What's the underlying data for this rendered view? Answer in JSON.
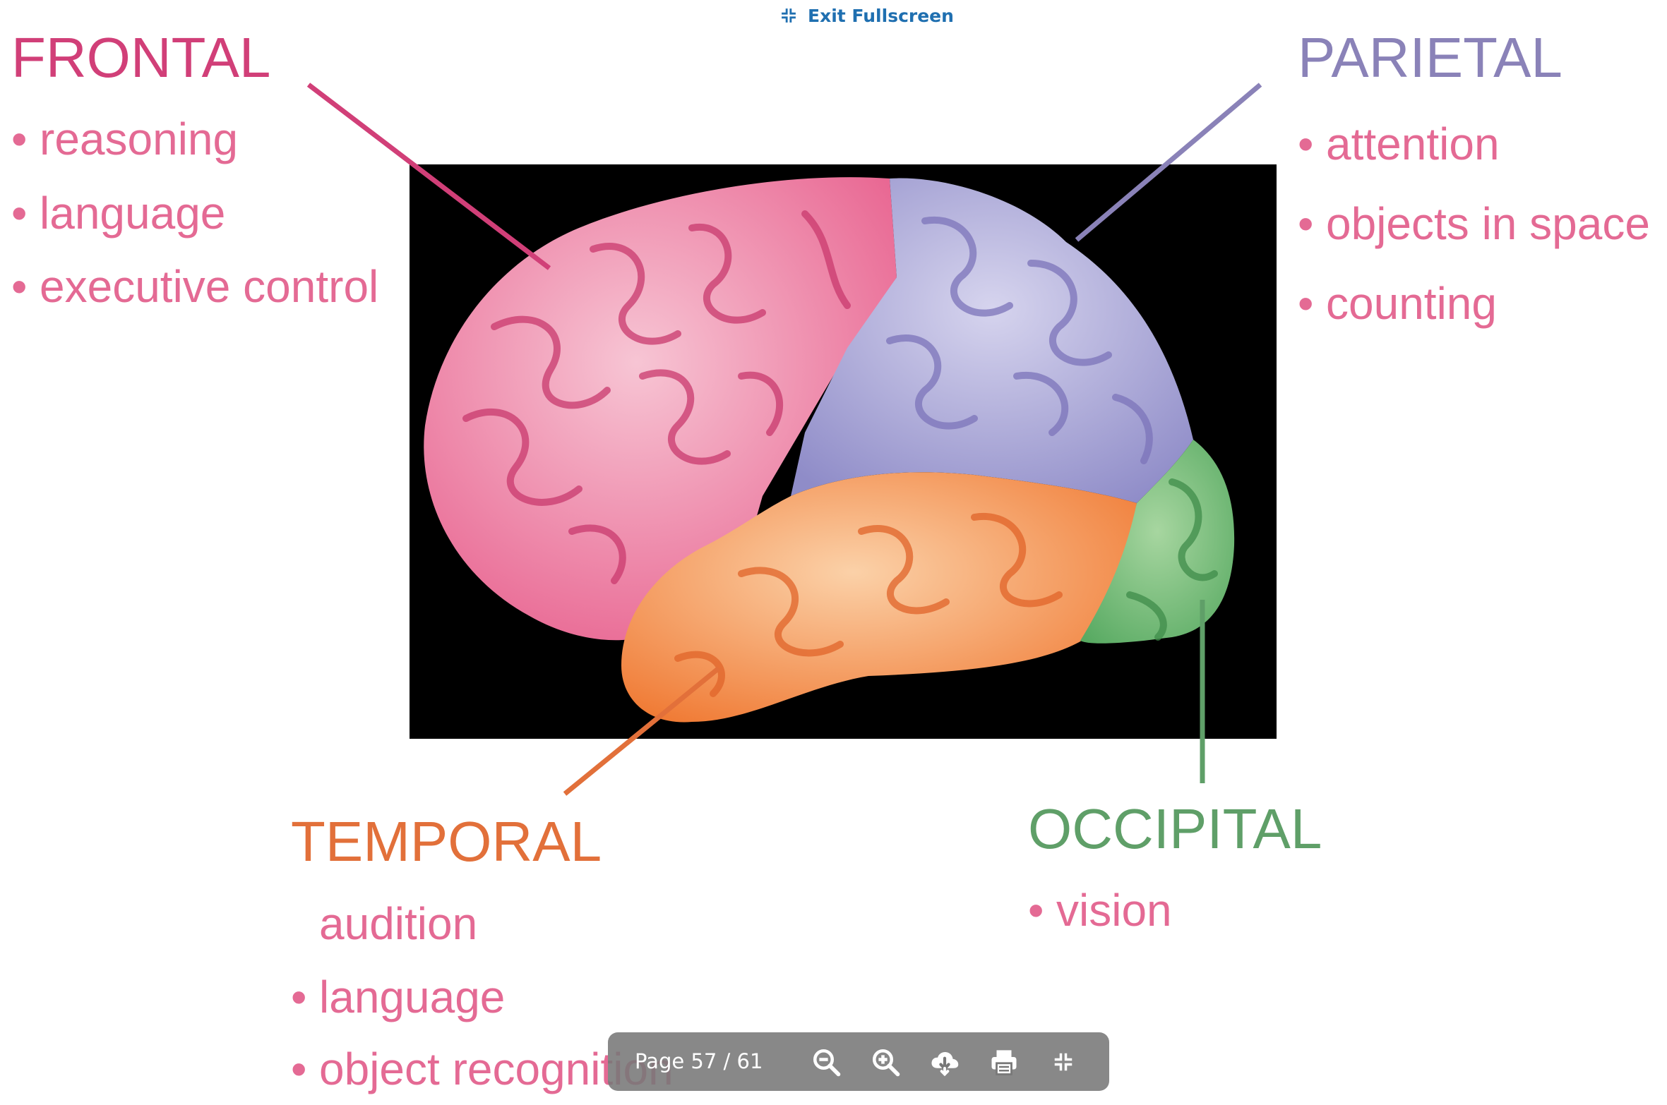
{
  "viewer": {
    "exit_fullscreen_label": "Exit Fullscreen",
    "exit_fullscreen_icon": "collapse-arrows-icon",
    "page_indicator": "Page 57 / 61",
    "toolbar_icons": [
      "zoom-out-icon",
      "zoom-in-icon",
      "download-icon",
      "print-icon",
      "exit-fullscreen-icon"
    ]
  },
  "slide": {
    "frontal": {
      "title": "FRONTAL",
      "color": "#d13f78",
      "bullets": [
        "reasoning",
        "language",
        "executive control"
      ]
    },
    "parietal": {
      "title": "PARIETAL",
      "color": "#8a82b8",
      "bullets": [
        "attention",
        "objects in space",
        "counting"
      ]
    },
    "temporal": {
      "title": "TEMPORAL",
      "color": "#e2703a",
      "bullets": [
        "audition",
        "language",
        "object recognition"
      ]
    },
    "occipital": {
      "title": "OCCIPITAL",
      "color": "#5f9f68",
      "bullets": [
        "vision"
      ]
    },
    "bullet_color": "#e46a94",
    "figure_background": "#000000"
  }
}
